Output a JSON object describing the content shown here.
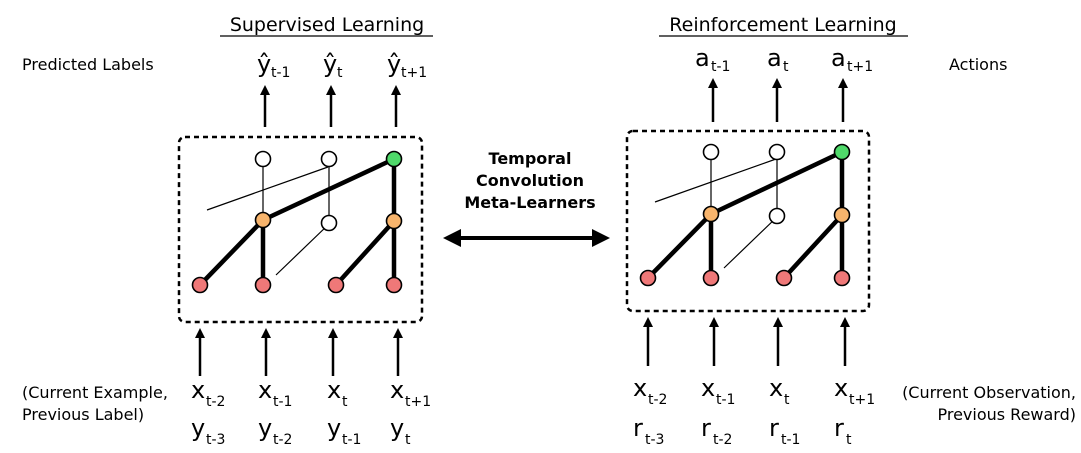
{
  "colors": {
    "red_node": "#ef7878",
    "orange_node": "#f7b46c",
    "white_node": "#ffffff",
    "green_node": "#4fd96a"
  },
  "supervised": {
    "title": "Supervised Learning",
    "top_left_label": "Predicted Labels",
    "outputs": [
      {
        "base": "ŷ",
        "sub": "t-1"
      },
      {
        "base": "ŷ",
        "sub": "t"
      },
      {
        "base": "ŷ",
        "sub": "t+1"
      }
    ],
    "input_label_line1": "(Current Example,",
    "input_label_line2": "Previous Label)",
    "inputs_row1": [
      {
        "base": "x",
        "sub": "t-2"
      },
      {
        "base": "x",
        "sub": "t-1"
      },
      {
        "base": "x",
        "sub": "t"
      },
      {
        "base": "x",
        "sub": "t+1"
      }
    ],
    "inputs_row2": [
      {
        "base": "y",
        "sub": "t-3"
      },
      {
        "base": "y",
        "sub": "t-2"
      },
      {
        "base": "y",
        "sub": "t-1"
      },
      {
        "base": "y",
        "sub": "t"
      }
    ]
  },
  "reinforcement": {
    "title": "Reinforcement Learning",
    "top_right_label": "Actions",
    "outputs": [
      {
        "base": "a",
        "sub": "t-1"
      },
      {
        "base": "a",
        "sub": "t"
      },
      {
        "base": "a",
        "sub": "t+1"
      }
    ],
    "input_label_line1": "(Current Observation,",
    "input_label_line2": "Previous Reward)",
    "inputs_row1": [
      {
        "base": "x",
        "sub": "t-2"
      },
      {
        "base": "x",
        "sub": "t-1"
      },
      {
        "base": "x",
        "sub": "t"
      },
      {
        "base": "x",
        "sub": "t+1"
      }
    ],
    "inputs_row2": [
      {
        "base": "r",
        "sub": "t-3"
      },
      {
        "base": "r",
        "sub": "t-2"
      },
      {
        "base": "r",
        "sub": "t-1"
      },
      {
        "base": "r",
        "sub": "t"
      }
    ]
  },
  "center_label": [
    "Temporal",
    "Convolution",
    "Meta-Learners"
  ]
}
